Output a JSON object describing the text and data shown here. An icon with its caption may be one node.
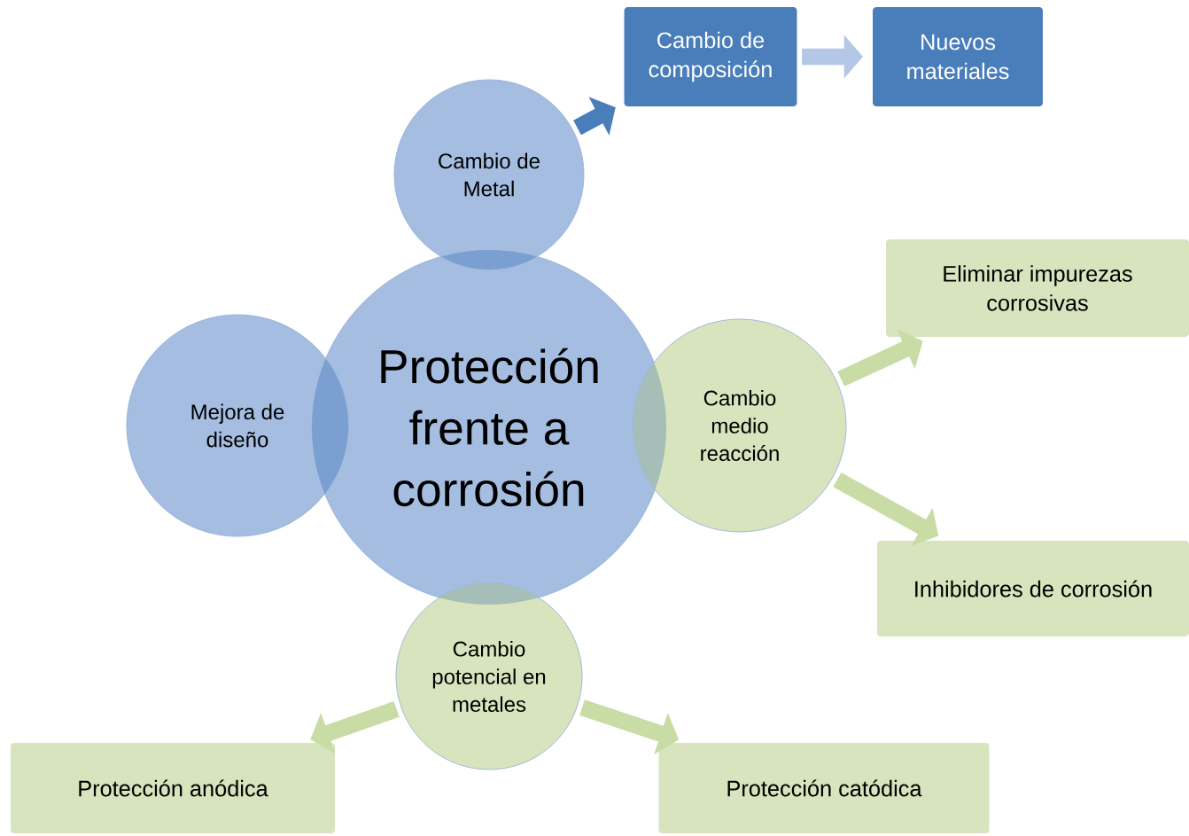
{
  "diagram": {
    "nodes": [
      {
        "text": [
          "Protección frente a corrosión"
        ]
      },
      {
        "text": [
          "Cambio de Metal"
        ]
      },
      {
        "text": [
          "Mejora de diseño"
        ]
      },
      {
        "text": [
          "Cambio medio reacción"
        ]
      },
      {
        "text": [
          "Cambio potencial en metales"
        ]
      },
      {
        "text": [
          "Cambio de composición"
        ]
      },
      {
        "text": [
          "Nuevos materiales"
        ]
      },
      {
        "text": [
          "Eliminar impurezas corrosivas"
        ]
      },
      {
        "text": [
          "Inhibidores de corrosión"
        ]
      },
      {
        "text": [
          "Protección anódica"
        ]
      },
      {
        "text": [
          "Protección catódica"
        ]
      }
    ],
    "edges": [
      {
        "from": 1,
        "to": 5,
        "arrow": "to",
        "color": "#4a7ebb"
      },
      {
        "from": 5,
        "to": 6,
        "arrow": "to",
        "color": "#b4c7e7"
      },
      {
        "from": 3,
        "to": 7,
        "arrow": "to"
      },
      {
        "from": 3,
        "to": 8,
        "arrow": "to"
      },
      {
        "from": 4,
        "to": 9,
        "arrow": "to"
      },
      {
        "from": 4,
        "to": 10,
        "arrow": "to"
      }
    ]
  }
}
